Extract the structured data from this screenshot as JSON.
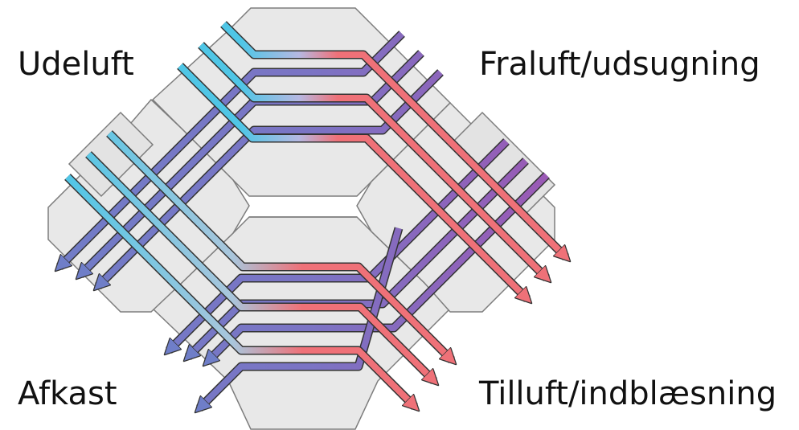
{
  "labels": {
    "top_left": "Udeluft",
    "top_right": "Fraluft/udsugning",
    "bottom_left": "Afkast",
    "bottom_right": "Tilluft/indblæsning"
  },
  "colors": {
    "cold_cyan": "#4fc6e6",
    "warm_red": "#ef7178",
    "extract_purple": "#9c58b4",
    "exhaust_blue": "#6f7ec8",
    "plate_fill": "#e8e8e8",
    "plate_stroke": "#7d7d7d"
  }
}
